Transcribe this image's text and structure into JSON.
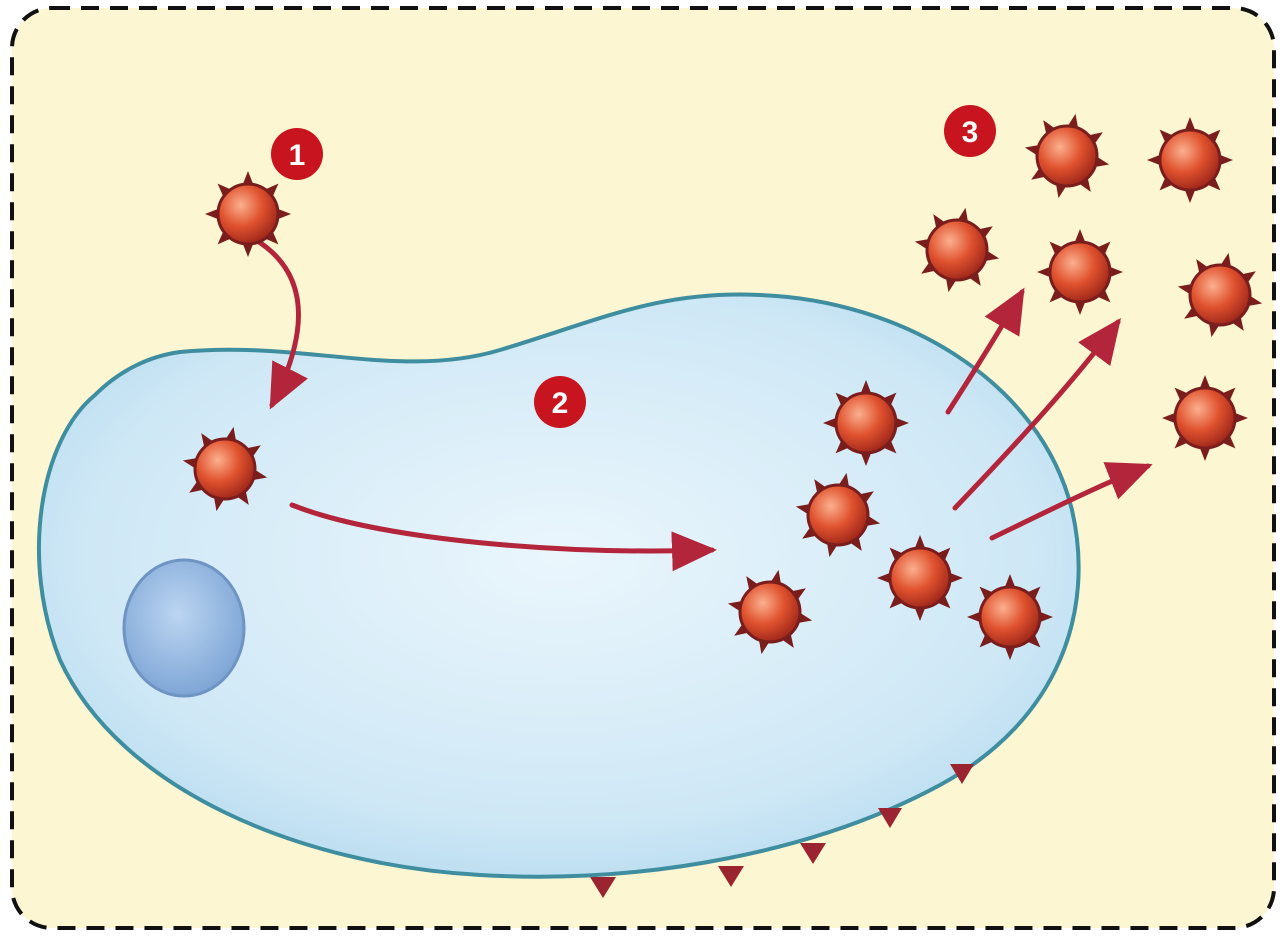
{
  "diagram": {
    "steps": [
      {
        "label": "1"
      },
      {
        "label": "2"
      },
      {
        "label": "3"
      }
    ],
    "colors": {
      "background": "#fdf6d2",
      "border": "#111111",
      "cell_fill": "#cfe8f6",
      "cell_stroke": "#3f8ea0",
      "nucleus_fill": "#9ec1e8",
      "virus_body": "#e0522e",
      "virus_spike": "#7a1d1d",
      "arrow": "#b3253a",
      "step_badge": "#c8141e"
    },
    "icons": [
      "virus-icon",
      "cell-icon",
      "nucleus-icon",
      "arrow-icon",
      "step-badge-icon"
    ]
  }
}
